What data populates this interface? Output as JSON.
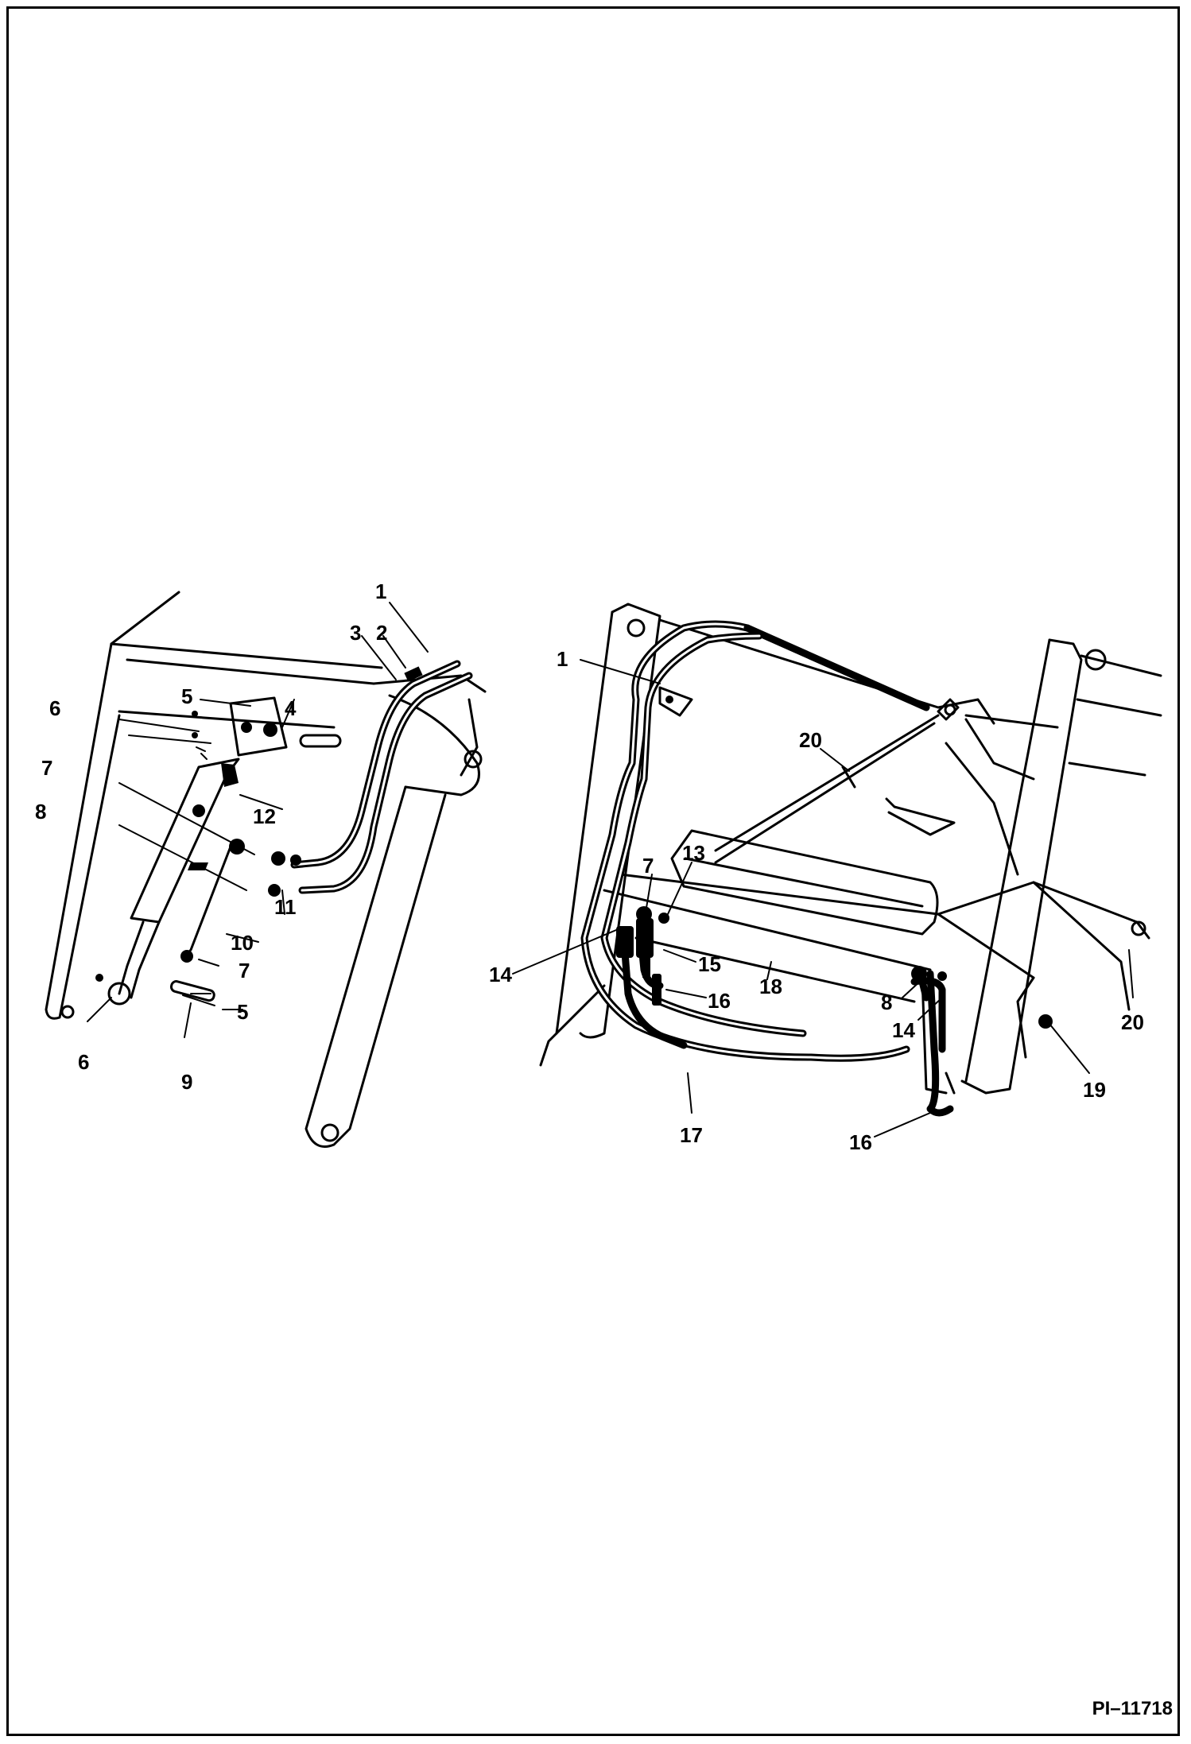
{
  "figure": {
    "reference": "PI–11718",
    "left_view": {
      "callouts": [
        "1",
        "3",
        "2",
        "5",
        "4",
        "6",
        "12",
        "7",
        "8",
        "11",
        "10",
        "7",
        "6",
        "5",
        "9"
      ]
    },
    "right_view": {
      "callouts": [
        "1",
        "20",
        "7",
        "13",
        "14",
        "15",
        "18",
        "16",
        "8",
        "14",
        "20",
        "19",
        "17",
        "16"
      ]
    }
  }
}
